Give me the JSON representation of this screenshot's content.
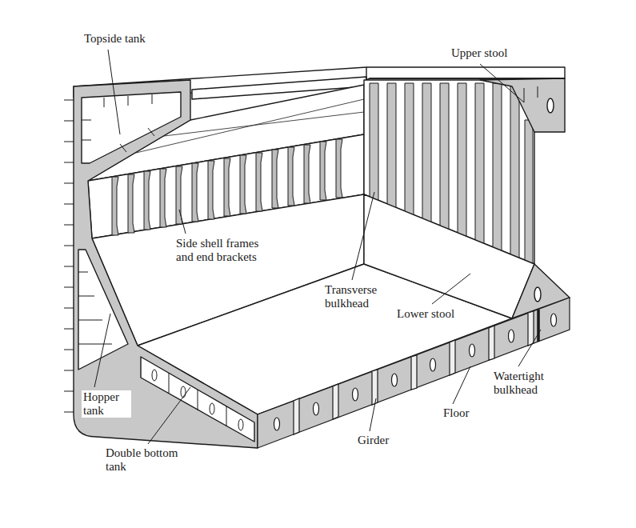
{
  "diagram": {
    "labels": [
      "Topside tank",
      "Upper stool",
      "Side shell frames and end brackets",
      "Transverse bulkhead",
      "Lower stool",
      "Watertight bulkhead",
      "Hopper tank",
      "Floor",
      "Girder",
      "Double bottom tank"
    ]
  }
}
